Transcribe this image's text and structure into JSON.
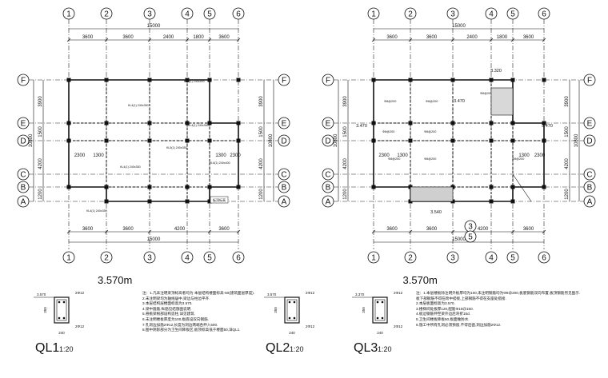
{
  "axes": {
    "columns": [
      "1",
      "2",
      "3",
      "4",
      "5",
      "6"
    ],
    "rows": [
      "F",
      "E",
      "D",
      "C",
      "B",
      "A"
    ]
  },
  "left_plan": {
    "title": "3.570m",
    "top_dims": [
      "3600",
      "3600",
      "2400",
      "1800",
      "3600"
    ],
    "overall": "15000",
    "bottom_dims": [
      "3600",
      "3600",
      "4200",
      "3600"
    ],
    "left_dims": [
      "3900",
      "1500",
      "4200",
      "1200"
    ],
    "left_overall": "10800",
    "right_dims": [
      "3900",
      "1500",
      "4200",
      "1200"
    ],
    "right_overall": "10800",
    "inner_dims": [
      "2300",
      "1300",
      "1300",
      "2300"
    ],
    "beam_labels": [
      "KL4(1) 240x350",
      "KL2(1) 240x400",
      "KL5(1) 240x350",
      "KL6(1) 240x400",
      "KL4(1) 240x350",
      "KL4(1) 240x350",
      "KL4(1) 240x350"
    ],
    "note_label": "板顶标高"
  },
  "right_plan": {
    "title": "3.570m",
    "top_dims": [
      "3600",
      "3600",
      "2400",
      "1800",
      "3600"
    ],
    "overall": "15000",
    "bottom_dims": [
      "3600",
      "3600",
      "4200",
      "3600"
    ],
    "left_dims": [
      "3900",
      "1500",
      "4200",
      "1200"
    ],
    "left_overall": "10800",
    "right_dims": [
      "3900",
      "1500",
      "4200",
      "1200"
    ],
    "right_overall": "10800",
    "inner_dims": [
      "2300",
      "1300",
      "1300",
      "2300"
    ],
    "elev_tags": [
      "3.320",
      "3.470",
      "3.470",
      "3.470",
      "3.540"
    ],
    "slab_tags": [
      "Φ8@200",
      "Φ8@200",
      "Φ8@200",
      "Φ8@200",
      "Φ8@200",
      "Φ8@200",
      "Φ8@200",
      "Φ8@200"
    ]
  },
  "sections": [
    {
      "name": "QL1",
      "scale": "1:20",
      "elev": "3.570",
      "bar": "2Φ12",
      "w": "240",
      "h": "350"
    },
    {
      "name": "QL2",
      "scale": "1:20",
      "elev": "3.570",
      "bar": "2Φ12",
      "w": "240",
      "h": "350"
    },
    {
      "name": "QL3",
      "scale": "1:20",
      "elev": "3.370",
      "bar": "2Φ12",
      "w": "240",
      "h": "350"
    }
  ],
  "notes_left": [
    "注：1.凡未注明梁顶标高者均为 本层结构楼面标高-50(建筑面层厚度).",
    "2.未注明梁均为轴线居中,梁边与柱边平齐.",
    "3.本层结构层楼面标高为3.570.",
    "4.梁中箍筋,纵筋见结施图说明.",
    "5.悬挑梁根部设构造柱,详见建筑.",
    "6.未注明楼板厚度为100,板底设双向钢筋.",
    "7.孔洞边加筋2Φ12,长度为洞边两端各伸入500.",
    "8.图中阴影部分为卫生间降板区,板顶标高低于楼面50,详QL1."
  ],
  "notes_right": [
    "注：1.本层楼板除注明外板厚均为100,未注明钢筋均为Φ8@200,板底钢筋双向布置,板顶钢筋另见图示.",
    "板下部钢筋不得在跨中搭接,上部钢筋不得在支座处搭接.",
    "2.本层板面标高为3.570.",
    "3.楼梯间处板厚120,配筋Φ10@150.",
    "4.板边钢筋伸至梁外边后弯折15d.",
    "5.卫生间楼板降板50,板面做防水.",
    "6.施工中所有孔洞必须预留,不得后凿,洞边加筋2Φ12."
  ]
}
